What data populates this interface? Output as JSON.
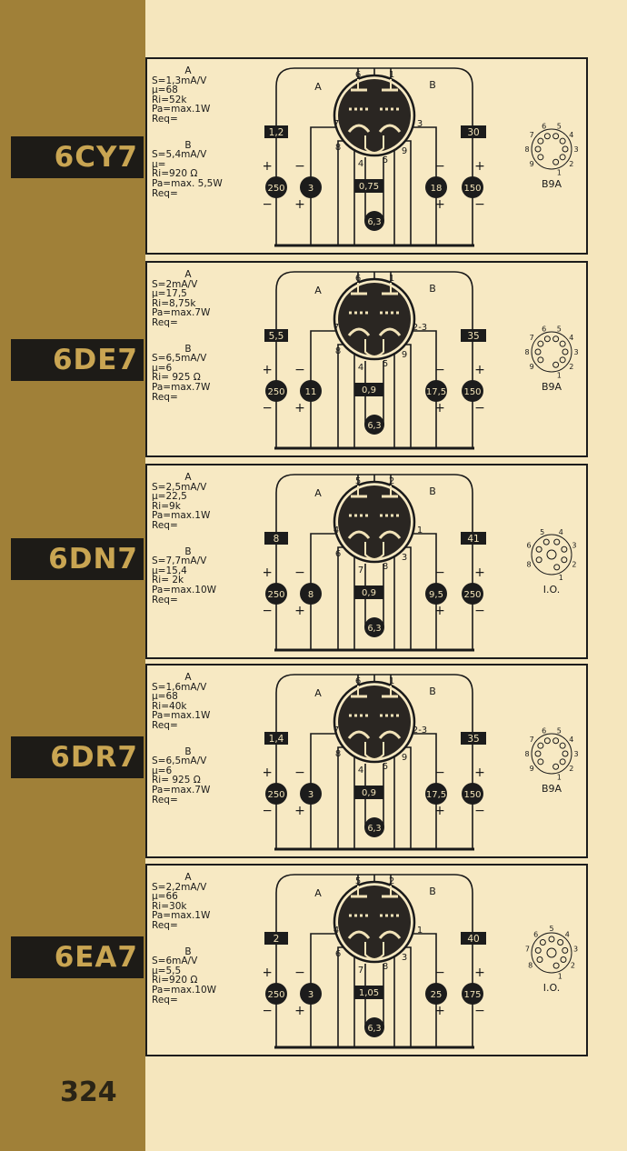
{
  "page_number": "324",
  "tubes": [
    {
      "name": "6CY7",
      "A": {
        "title": "A",
        "lines": [
          "S=1,3mA/V",
          "μ=68",
          "Ri=52k",
          "Pa=max.1W",
          "Req="
        ]
      },
      "B": {
        "title": "B",
        "lines": [
          "S=5,4mA/V",
          "μ=",
          "Ri=920 Ω",
          "Pa=max. 5,5W",
          "Req="
        ]
      },
      "section_A": "A",
      "section_B": "B",
      "pins": {
        "top_left": "6",
        "top_right": "1",
        "mid_left": "7",
        "mid_right": "3",
        "low_left": "8",
        "low_right": "9",
        "bot_left": "4",
        "bot_right": "5"
      },
      "left_box": "1,2",
      "right_box": "30",
      "circles": [
        "250",
        "3",
        "18",
        "150"
      ],
      "center_box": "0,75",
      "heater": "6,3",
      "base": "B9A",
      "base_pins": [
        "1",
        "2",
        "3",
        "4",
        "5",
        "6",
        "7",
        "8",
        "9"
      ]
    },
    {
      "name": "6DE7",
      "A": {
        "title": "A",
        "lines": [
          "S=2mA/V",
          "μ=17,5",
          "Ri=8,75k",
          "Pa=max.7W",
          "Req="
        ]
      },
      "B": {
        "title": "B",
        "lines": [
          "S=6,5mA/V",
          "μ=6",
          "Ri= 925 Ω",
          "Pa=max.7W",
          "Req="
        ]
      },
      "section_A": "A",
      "section_B": "B",
      "pins": {
        "top_left": "6",
        "top_right": "1",
        "mid_left": "7",
        "mid_right": "2-3",
        "low_left": "8",
        "low_right": "9",
        "bot_left": "4",
        "bot_right": "5"
      },
      "left_box": "5,5",
      "right_box": "35",
      "circles": [
        "250",
        "11",
        "17,5",
        "150"
      ],
      "center_box": "0,9",
      "heater": "6,3",
      "base": "B9A",
      "base_pins": [
        "1",
        "2",
        "3",
        "4",
        "5",
        "6",
        "7",
        "8",
        "9"
      ]
    },
    {
      "name": "6DN7",
      "A": {
        "title": "A",
        "lines": [
          "S=2,5mA/V",
          "μ=22,5",
          "Ri=9k",
          "Pa=max.1W",
          "Req="
        ]
      },
      "B": {
        "title": "B",
        "lines": [
          "S=7,7mA/V",
          "μ=15,4",
          "Ri= 2k",
          "Pa=max.10W",
          "Req="
        ]
      },
      "section_A": "A",
      "section_B": "B",
      "pins": {
        "top_left": "5",
        "top_right": "2",
        "mid_left": "4",
        "mid_right": "1",
        "low_left": "6",
        "low_right": "3",
        "bot_left": "7",
        "bot_right": "8"
      },
      "left_box": "8",
      "right_box": "41",
      "circles": [
        "250",
        "8",
        "9,5",
        "250"
      ],
      "center_box": "0,9",
      "heater": "6,3",
      "base": "I.O.",
      "base_pins": [
        "1",
        "2",
        "3",
        "4",
        "5",
        "6",
        "8"
      ]
    },
    {
      "name": "6DR7",
      "A": {
        "title": "A",
        "lines": [
          "S=1,6mA/V",
          "μ=68",
          "Ri=40k",
          "Pa=max.1W",
          "Req="
        ]
      },
      "B": {
        "title": "B",
        "lines": [
          "S=6,5mA/V",
          "μ=6",
          "Ri= 925 Ω",
          "Pa=max.7W",
          "Req="
        ]
      },
      "section_A": "A",
      "section_B": "B",
      "pins": {
        "top_left": "6",
        "top_right": "1",
        "mid_left": "7",
        "mid_right": "2-3",
        "low_left": "8",
        "low_right": "9",
        "bot_left": "4",
        "bot_right": "5"
      },
      "left_box": "1,4",
      "right_box": "35",
      "circles": [
        "250",
        "3",
        "17,5",
        "150"
      ],
      "center_box": "0,9",
      "heater": "6,3",
      "base": "B9A",
      "base_pins": [
        "1",
        "2",
        "3",
        "4",
        "5",
        "6",
        "7",
        "8",
        "9"
      ]
    },
    {
      "name": "6EA7",
      "A": {
        "title": "A",
        "lines": [
          "S=2,2mA/V",
          "μ=66",
          "Ri=30k",
          "Pa=max.1W",
          "Req="
        ]
      },
      "B": {
        "title": "B",
        "lines": [
          "S=6mA/V",
          "μ=5,5",
          "Ri=920 Ω",
          "Pa=max.10W",
          "Req="
        ]
      },
      "section_A": "A",
      "section_B": "B",
      "pins": {
        "top_left": "5",
        "top_right": "2",
        "mid_left": "4",
        "mid_right": "1",
        "low_left": "6",
        "low_right": "3",
        "bot_left": "7",
        "bot_right": "8"
      },
      "left_box": "2",
      "right_box": "40",
      "circles": [
        "250",
        "3",
        "25",
        "175"
      ],
      "center_box": "1,05",
      "heater": "6,3",
      "base": "I.O.",
      "base_pins": [
        "1",
        "2",
        "3",
        "4",
        "5",
        "6",
        "7",
        "8"
      ]
    }
  ],
  "signs": {
    "plus": "+",
    "minus": "−"
  },
  "colors": {
    "paper": "#f5e6bd",
    "stripe": "#a08038",
    "tab": "#1d1b17",
    "tab_text": "#c9a552",
    "ink": "#1a1a1a"
  }
}
